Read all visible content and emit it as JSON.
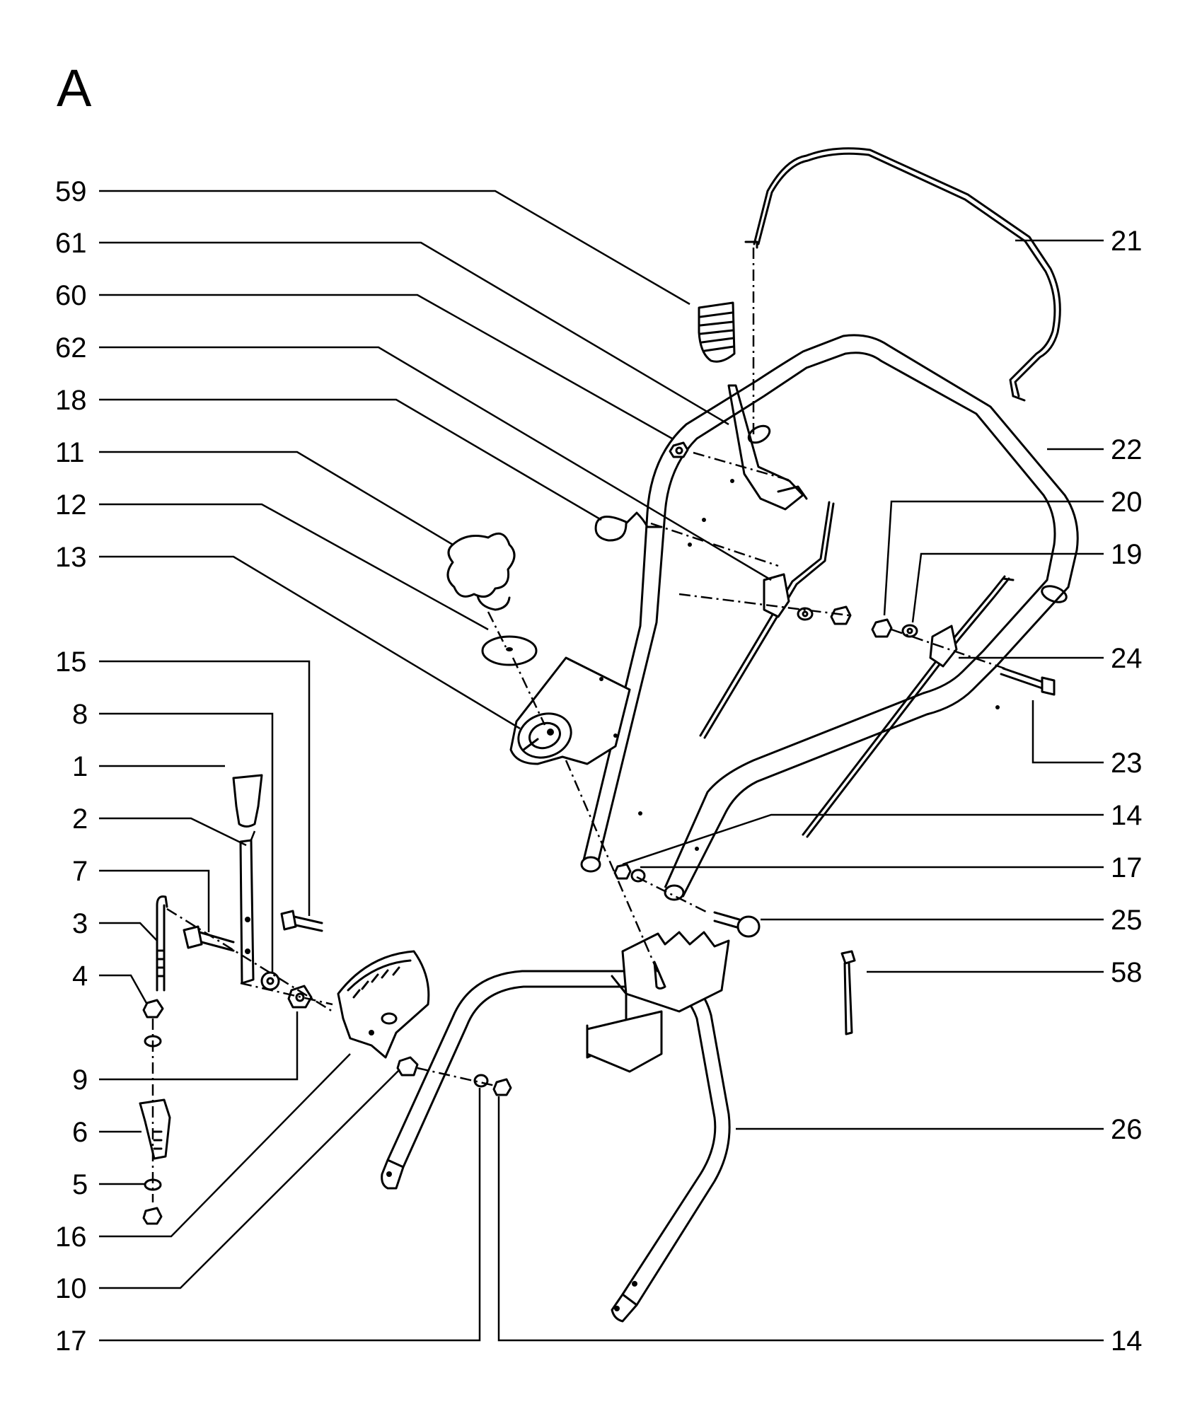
{
  "diagram": {
    "section_letter": "A",
    "callouts_left": [
      "59",
      "61",
      "60",
      "62",
      "18",
      "11",
      "12",
      "13",
      "15",
      "8",
      "1",
      "2",
      "7",
      "3",
      "4",
      "9",
      "6",
      "5",
      "16",
      "10",
      "17"
    ],
    "callouts_right": [
      "21",
      "22",
      "20",
      "19",
      "24",
      "23",
      "14",
      "17",
      "25",
      "58",
      "26",
      "14"
    ]
  }
}
